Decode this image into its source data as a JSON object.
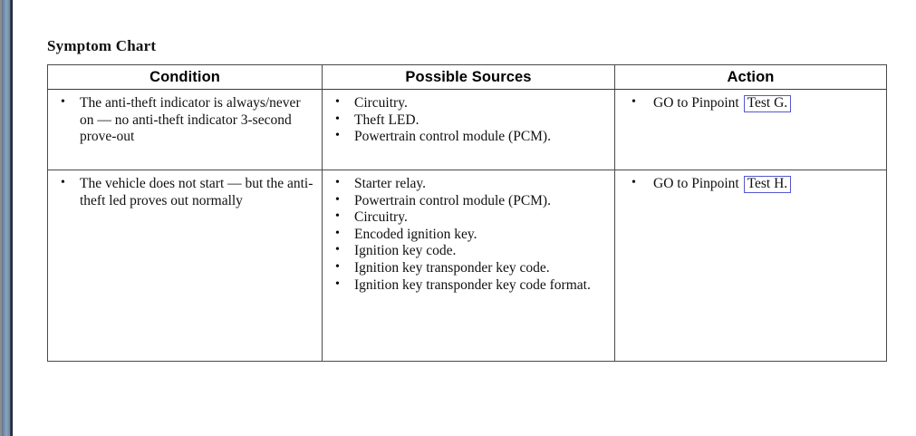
{
  "document": {
    "title": "Symptom Chart"
  },
  "colors": {
    "gutter_bar": "#7e98b1",
    "gutter_edge_dark": "#1d2634",
    "table_border": "#4a4a4a",
    "link_box_border": "#5558cc",
    "text": "#101010",
    "background": "#ffffff"
  },
  "table": {
    "headers": [
      {
        "id": "condition",
        "label": "Condition"
      },
      {
        "id": "possible_sources",
        "label": "Possible Sources"
      },
      {
        "id": "action",
        "label": "Action"
      }
    ],
    "rows": [
      {
        "condition": [
          "The anti-theft indicator is always/never on — no anti-theft indicator 3-second prove-out"
        ],
        "possible_sources": [
          "Circuitry.",
          "Theft LED.",
          "Powertrain control module (PCM)."
        ],
        "action": {
          "prefix": "GO to Pinpoint",
          "link_label": "Test G."
        }
      },
      {
        "condition": [
          "The vehicle does not start — but the anti-theft led proves out normally"
        ],
        "possible_sources": [
          "Starter relay.",
          "Powertrain control module (PCM).",
          "Circuitry.",
          "Encoded ignition key.",
          "Ignition key code.",
          "Ignition key transponder key code.",
          "Ignition key transponder key code format."
        ],
        "action": {
          "prefix": "GO to Pinpoint",
          "link_label": "Test H."
        }
      }
    ]
  }
}
